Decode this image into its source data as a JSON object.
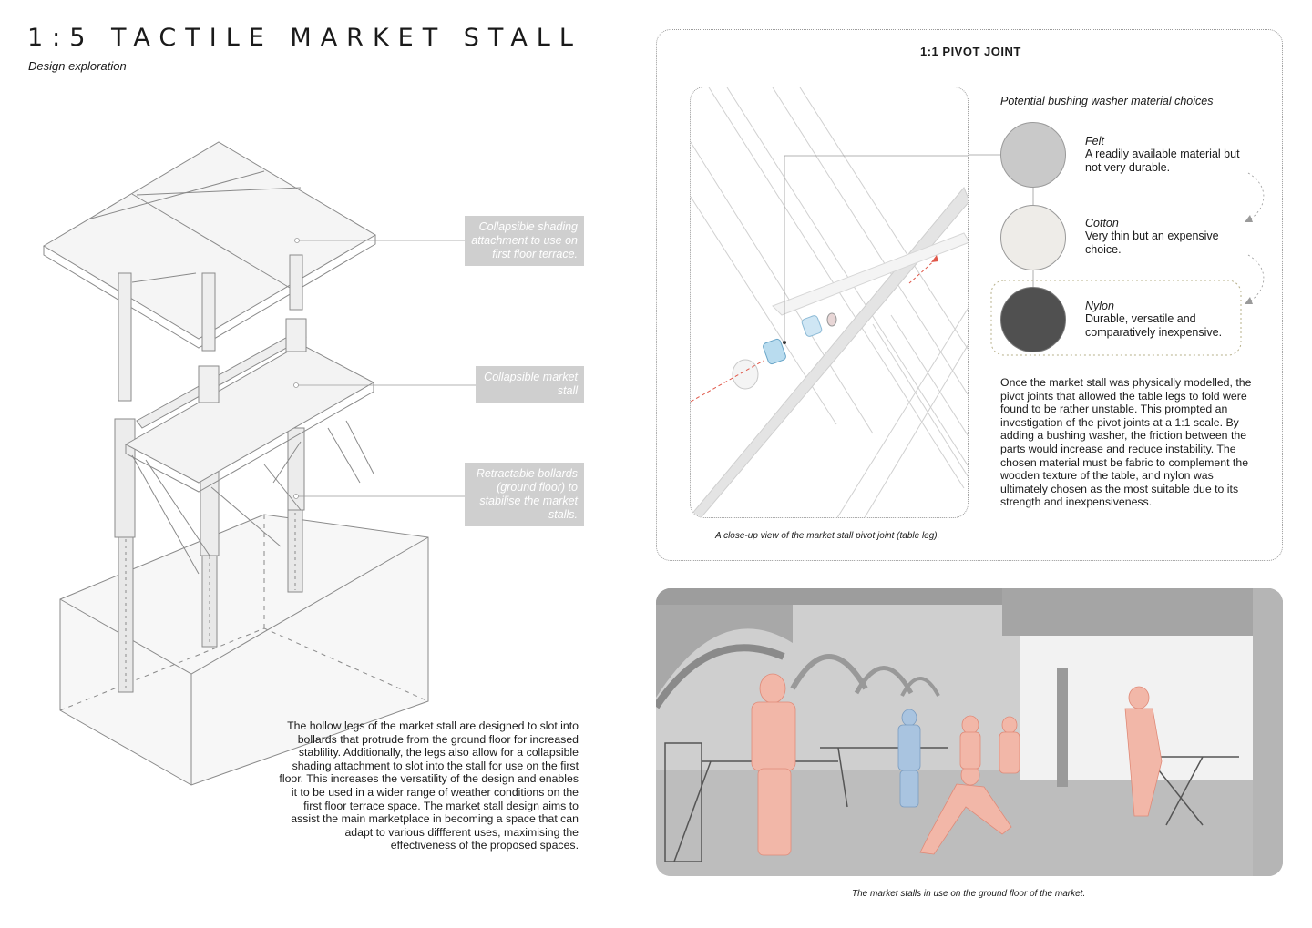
{
  "header": {
    "title": "1:5 TACTILE MARKET STALL",
    "subtitle": "Design exploration"
  },
  "labels": {
    "shading": "Collapsible shading attachment to use on first floor terrace.",
    "stall": "Collapsible market stall",
    "bollards": "Retractable bollards (ground floor) to stabilise the market stalls."
  },
  "left_description": "The hollow legs of the market stall are designed to slot into bollards that protrude from the ground floor for increased stablility. Additionally, the legs also allow for a collapsible shading attachment to slot into the stall for use on the first floor. This increases the versatility of the design and enables it to be used in a wider range of weather conditions on the first floor terrace space. The market stall design aims to assist the main marketplace in becoming a space that can adapt to various diffferent uses, maximising the effectiveness of the proposed spaces.",
  "pivot": {
    "title": "1:1 PIVOT JOINT",
    "materials_heading": "Potential bushing washer material choices",
    "materials": [
      {
        "name": "Felt",
        "desc": "A readily available material but not very durable.",
        "color": "#c9c9c9"
      },
      {
        "name": "Cotton",
        "desc": "Very thin but an expensive choice.",
        "color": "#eeece8"
      },
      {
        "name": "Nylon",
        "desc": "Durable, versatile and comparatively inexpensive.",
        "color": "#505050"
      }
    ],
    "description": "Once the market stall was physically modelled, the pivot joints that allowed the table legs to fold were found to be rather unstable. This prompted an investigation of the pivot joints at a 1:1 scale. By adding a bushing washer, the friction between the parts would increase and reduce instability. The chosen material must be fabric to complement the wooden texture of the table, and nylon was ultimately chosen as the most suitable due to its strength and inexpensiveness.",
    "caption": "A close-up view of the market stall pivot joint (table leg)."
  },
  "scene": {
    "caption": "The market stalls in use on the ground floor of the market."
  },
  "colors": {
    "label_bg": "#cfcfcf",
    "accent_red": "#e0584a",
    "people_red": "#f2b7a8",
    "people_blue": "#a9c4e0",
    "bushing_blue": "#b9dcef"
  }
}
